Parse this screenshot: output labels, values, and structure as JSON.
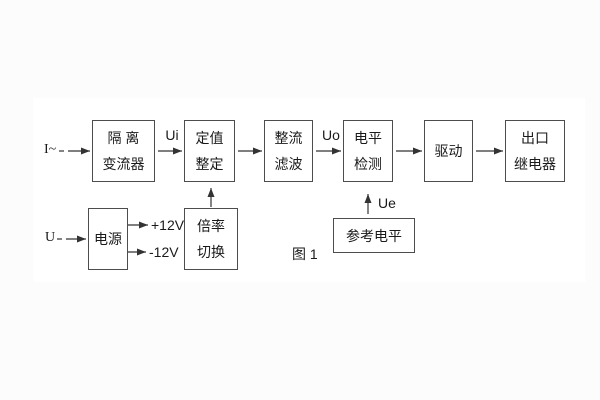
{
  "diagram": {
    "caption": "图 1",
    "inputs": {
      "current": "I~",
      "voltage": "U"
    },
    "signals": {
      "ui": "Ui",
      "uo": "Uo",
      "ue": "Ue",
      "plus_rail": "+12V",
      "minus_rail": "-12V"
    },
    "blocks": {
      "isolation_transformer": {
        "line1": "隔 离",
        "line2": "变流器"
      },
      "setting_adjust": {
        "line1": "定值",
        "line2": "整定"
      },
      "rectifier_filter": {
        "line1": "整流",
        "line2": "滤波"
      },
      "level_detector": {
        "line1": "电平",
        "line2": "检测"
      },
      "driver": {
        "line1": "驱动"
      },
      "output_relay": {
        "line1": "出口",
        "line2": "继电器"
      },
      "power_supply": {
        "line1": "电源"
      },
      "ratio_switch": {
        "line1": "倍率",
        "line2": "切换"
      },
      "reference_level": {
        "line1": "参考电平"
      }
    },
    "colors": {
      "line": "#333333",
      "text": "#1a1a1a",
      "box_border": "#4d4d4d",
      "background": "#fcfcfc",
      "panel": "#ffffff"
    }
  }
}
